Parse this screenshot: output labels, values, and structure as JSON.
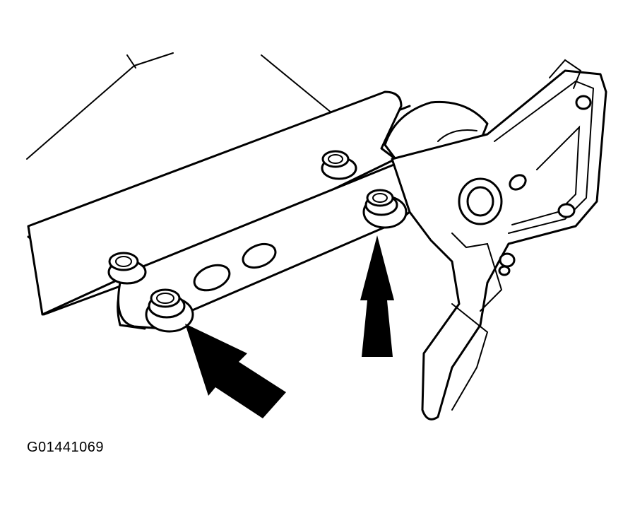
{
  "figure": {
    "id_label": "G01441069"
  },
  "colors": {
    "ink": "#000000",
    "paper": "#ffffff"
  },
  "callouts": [
    {
      "name": "arrow-lower-bushing",
      "points_to": "lower-bushing"
    },
    {
      "name": "arrow-upper-bushing",
      "points_to": "upper-bushing"
    }
  ]
}
